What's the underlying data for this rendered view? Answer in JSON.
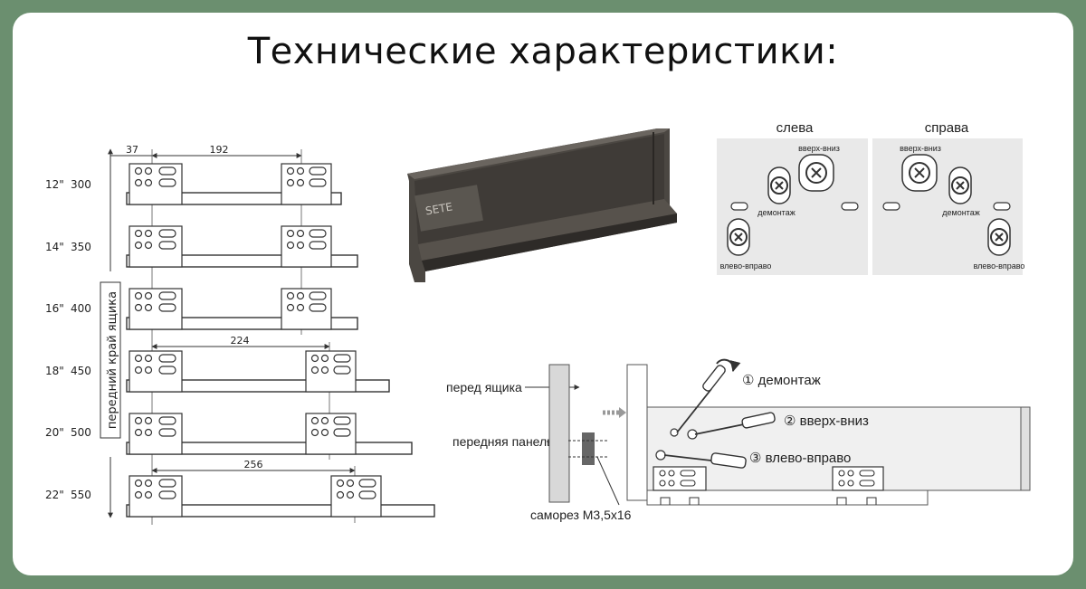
{
  "title": "Технические характеристики:",
  "lengths": [
    {
      "inch": "12\"",
      "mm": "300"
    },
    {
      "inch": "14\"",
      "mm": "350"
    },
    {
      "inch": "16\"",
      "mm": "400"
    },
    {
      "inch": "18\"",
      "mm": "450"
    },
    {
      "inch": "20\"",
      "mm": "500"
    },
    {
      "inch": "22\"",
      "mm": "550"
    }
  ],
  "dims": {
    "d37": "37",
    "d192": "192",
    "d224": "224",
    "d256": "256"
  },
  "front_edge_label": "передний край ящика",
  "brand": "SETE",
  "adjust": {
    "left_title": "слева",
    "right_title": "справа",
    "up_down": "вверх-вниз",
    "dismount": "демонтаж",
    "left_right": "влево-вправо"
  },
  "install": {
    "drawer_front": "перед ящика",
    "front_panel": "передняя панель",
    "screw": "саморез М3,5х16",
    "step1": "① демонтаж",
    "step2": "② вверх-вниз",
    "step3": "③ влево-вправо"
  },
  "colors": {
    "bg": "#6b8f6f",
    "card": "#ffffff",
    "line": "#333333",
    "panel": "#e9e9e9",
    "drawer": "#4b4742"
  }
}
